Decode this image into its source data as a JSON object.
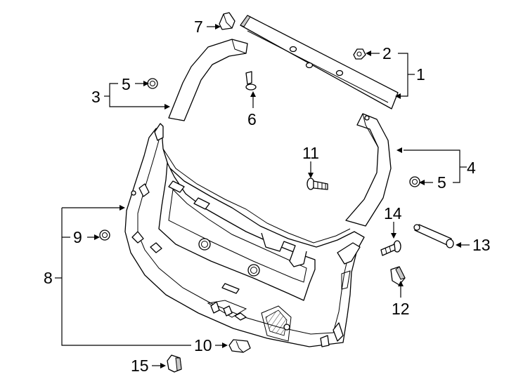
{
  "callouts": {
    "c1": "1",
    "c2": "2",
    "c3": "3",
    "c4": "4",
    "c5a": "5",
    "c5b": "5",
    "c6": "6",
    "c7": "7",
    "c8": "8",
    "c9": "9",
    "c10": "10",
    "c11": "11",
    "c12": "12",
    "c13": "13",
    "c14": "14",
    "c15": "15"
  }
}
